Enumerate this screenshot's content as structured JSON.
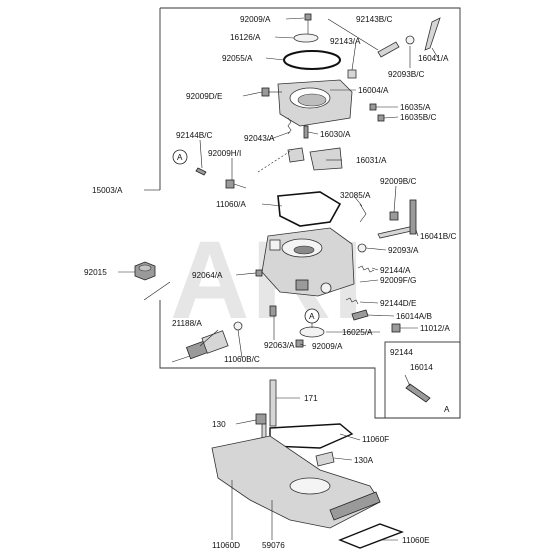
{
  "watermark": "ARI",
  "labels": {
    "l92009A_top": "92009/A",
    "l16126A": "16126/A",
    "l92143BC": "92143B/C",
    "l92143A": "92143/A",
    "l16041A": "16041/A",
    "l92055A": "92055/A",
    "l92093BC": "92093B/C",
    "l92009DE": "92009D/E",
    "l16004A": "16004/A",
    "l16035A": "16035/A",
    "l16035BC": "16035B/C",
    "l92144BC": "92144B/C",
    "l92043A": "92043/A",
    "l16030A": "16030/A",
    "l92009HI": "92009H/I",
    "l16031A": "16031/A",
    "l15003A": "15003/A",
    "l32085A": "32085/A",
    "l92009BC": "92009B/C",
    "l11060A": "11060/A",
    "l16041BC": "16041B/C",
    "l92093A": "92093/A",
    "l92015": "92015",
    "l92064A": "92064/A",
    "l92144A": "92144/A",
    "l92009FG": "92009F/G",
    "l92144DE": "92144D/E",
    "l16014AB": "16014A/B",
    "l21188A": "21188/A",
    "l16025A": "16025/A",
    "l11012A": "11012/A",
    "l92063A": "92063/A",
    "l11060BC": "11060B/C",
    "l92009A_bot": "92009/A",
    "l92144_inset": "92144",
    "l16014_inset": "16014",
    "l171": "171",
    "l130": "130",
    "l11060F": "11060F",
    "l130A": "130A",
    "l11060D": "11060D",
    "l59076": "59076",
    "l11060E": "11060E"
  },
  "callouts": {
    "ref_a_left": "A",
    "ref_a_center": "A",
    "inset_a": "A"
  }
}
